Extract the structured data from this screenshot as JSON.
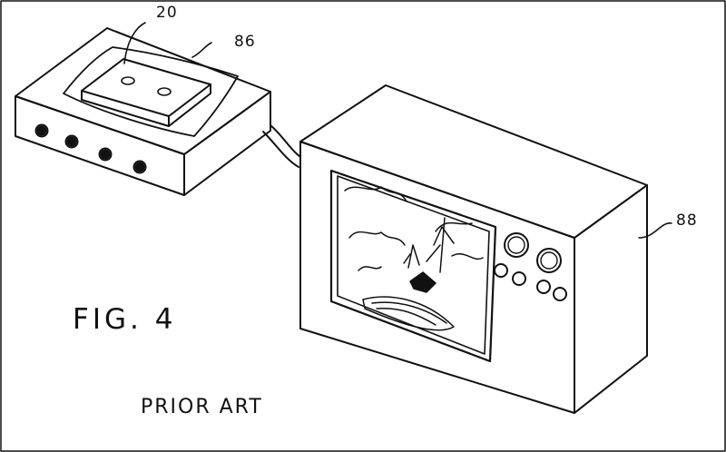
{
  "labels": {
    "ref_20": "20",
    "ref_86": "86",
    "ref_88": "88",
    "figure": "FIG. 4",
    "caption": "PRIOR ART"
  },
  "colors": {
    "ink": "#111111",
    "paper": "#ffffff"
  }
}
